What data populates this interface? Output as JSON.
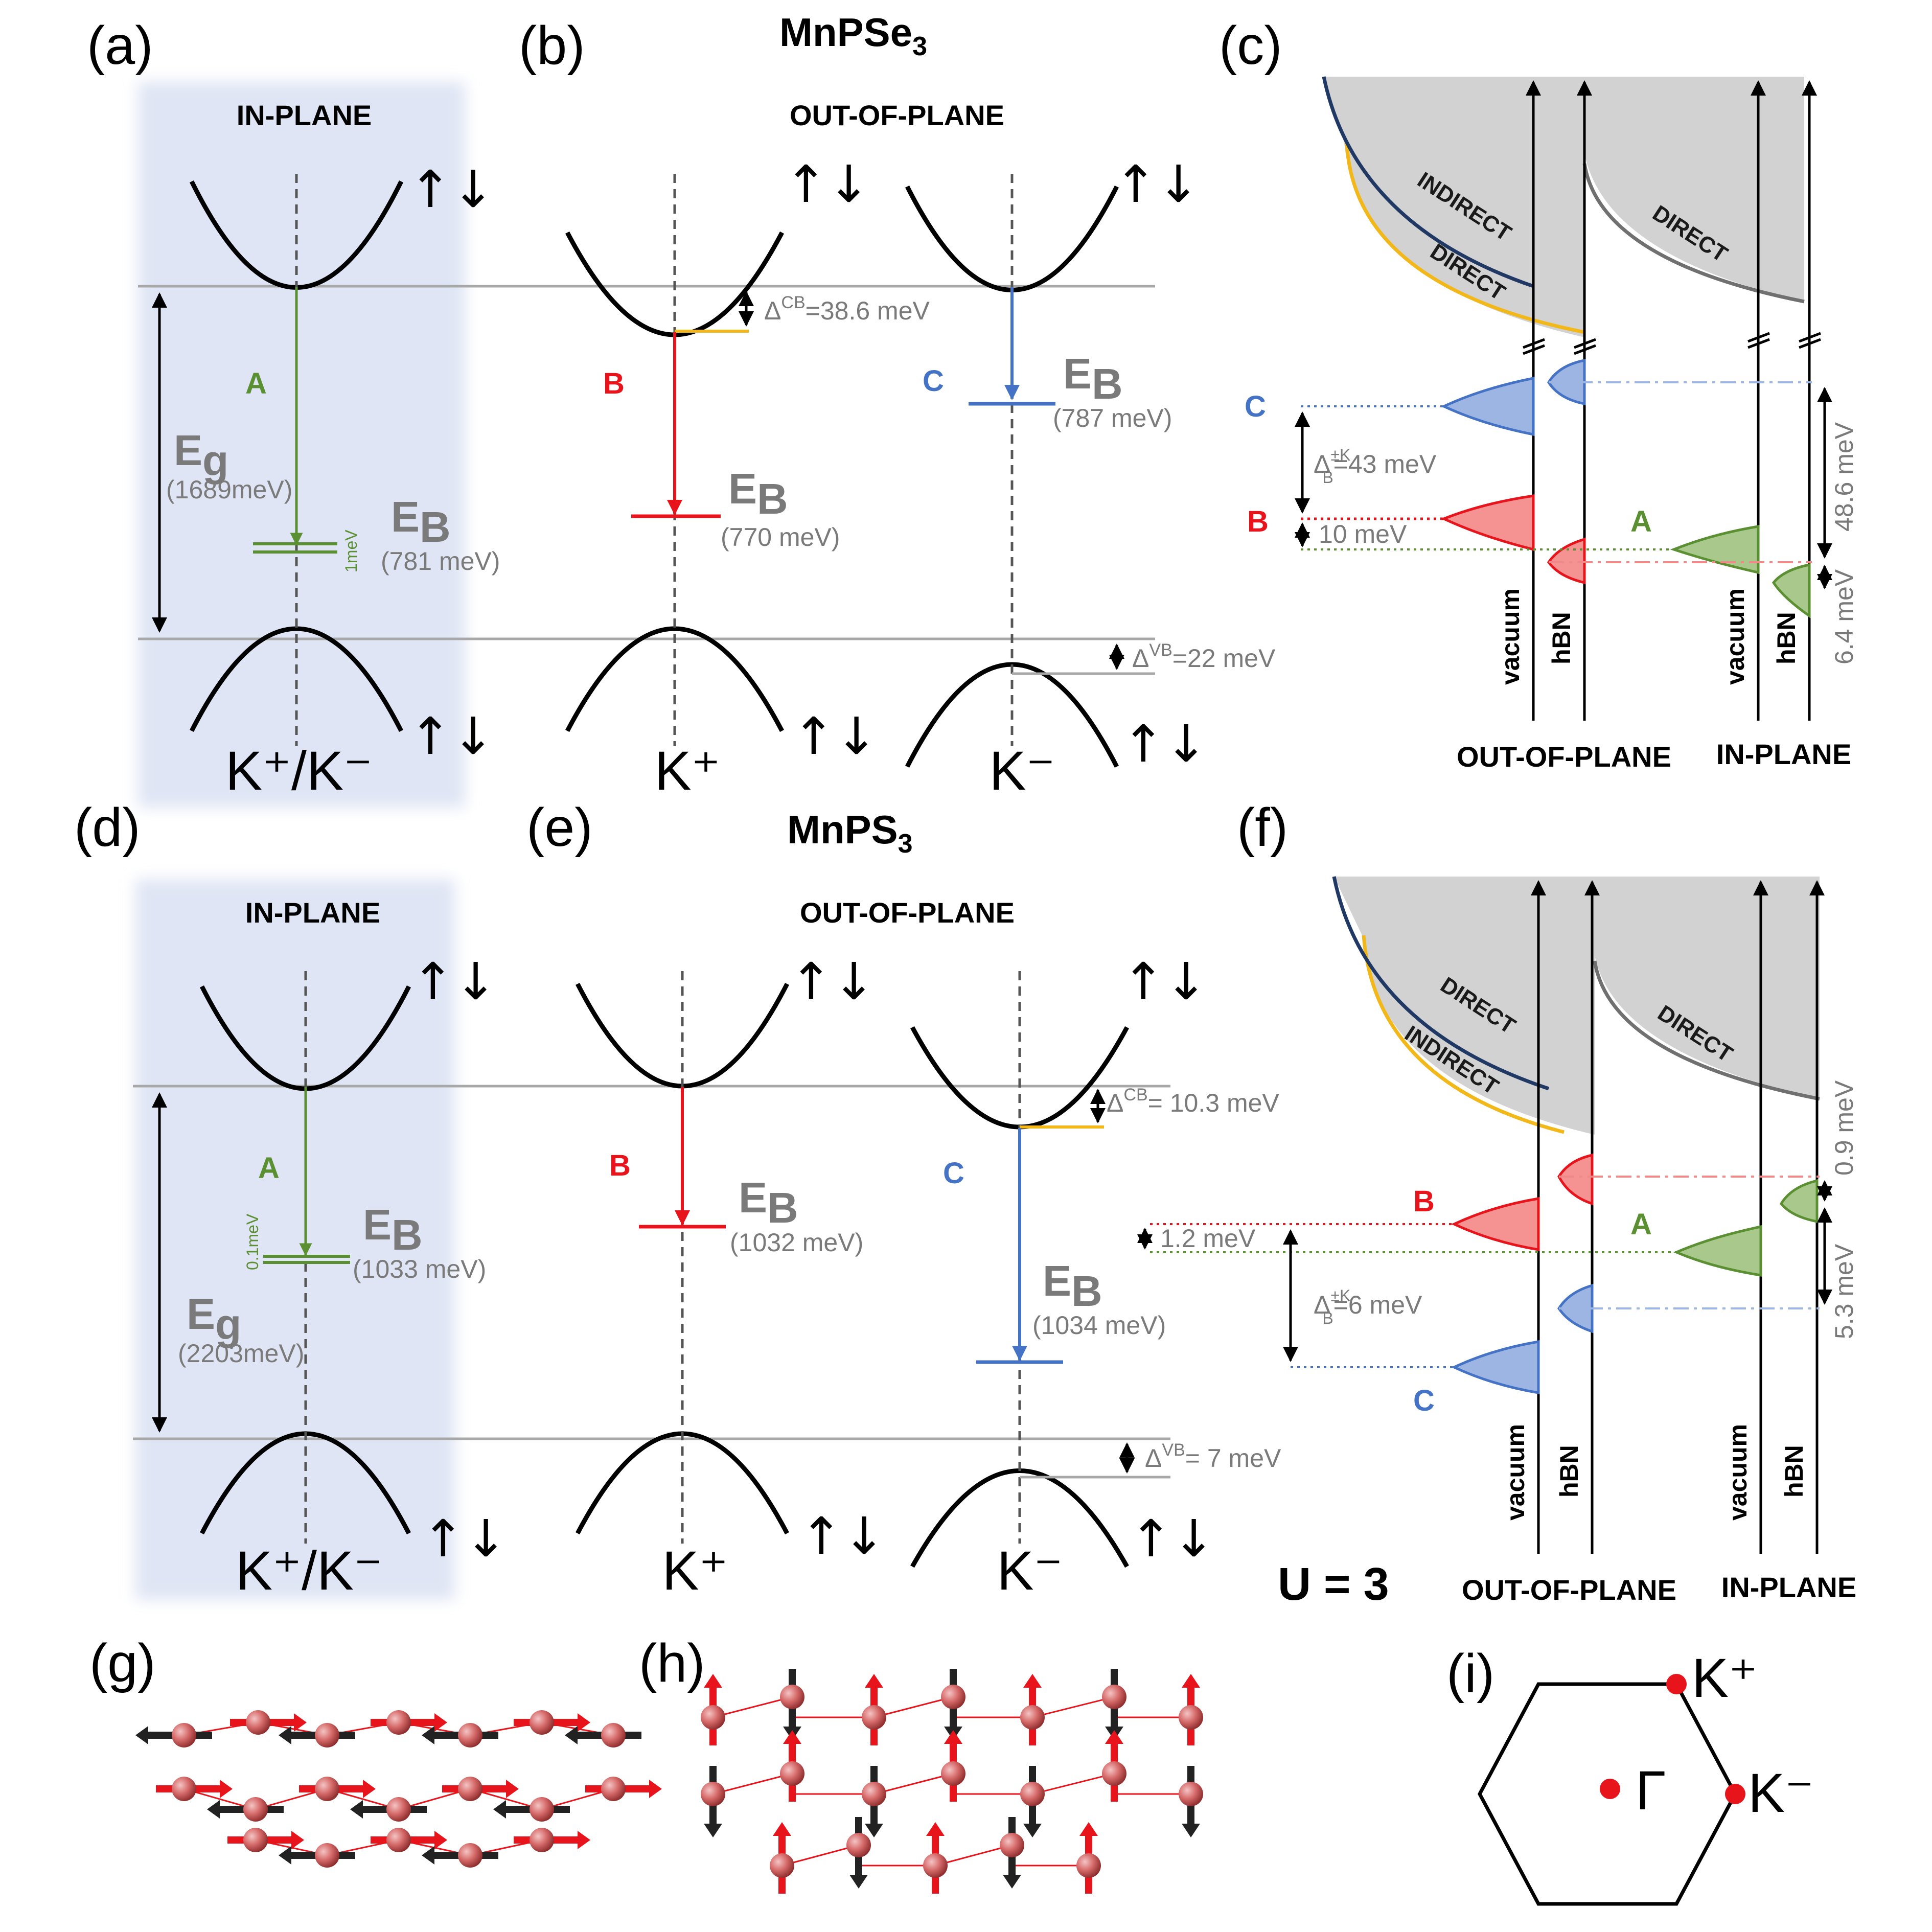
{
  "panel_labels": {
    "a": "(a)",
    "b": "(b)",
    "c": "(c)",
    "d": "(d)",
    "e": "(e)",
    "f": "(f)",
    "g": "(g)",
    "h": "(h)",
    "i": "(i)"
  },
  "titles": {
    "top": "MnPSe",
    "top_sub": "3",
    "bottom": "MnPS",
    "bottom_sub": "3"
  },
  "headers": {
    "in_plane": "IN-PLANE",
    "out_of_plane": "OUT-OF-PLANE"
  },
  "spin_symbol": "↑↓",
  "kpoints": {
    "kpm": "K⁺/K⁻",
    "kp": "K⁺",
    "km": "K⁻",
    "gamma": "Γ"
  },
  "exciton_labels": {
    "A": "A",
    "B": "B",
    "C": "C"
  },
  "energy_symbols": {
    "eb_main": "E",
    "eb_sub": "B",
    "eg_main": "E",
    "eg_sub": "g"
  },
  "mnpse3": {
    "eg_value": "(1689meV)",
    "a_eb": "(781 meV)",
    "a_split": "1meV",
    "b_eb": "(770 meV)",
    "c_eb": "(787 meV)",
    "delta_cb": "=38.6 meV",
    "delta_vb": "=22 meV",
    "c_panel": {
      "delta_B": "=43 meV",
      "gap_bc": "10 meV",
      "right_top": "48.6 meV",
      "right_bottom": "6.4 meV"
    }
  },
  "mnps3": {
    "eg_value": "(2203meV)",
    "a_eb": "(1033 meV)",
    "a_split": "0.1meV",
    "b_eb": "(1032 meV)",
    "c_eb": "(1034 meV)",
    "delta_cb": "= 10.3 meV",
    "delta_vb": "= 7 meV",
    "f_panel": {
      "delta_B": "=6 meV",
      "gap_ba": "1.2 meV",
      "right_top": "0.9 meV",
      "right_bottom": "5.3 meV"
    }
  },
  "delta_symbols": {
    "cb": "CB",
    "vb": "VB",
    "pm_k": "±K",
    "delta": "Δ"
  },
  "substrates": {
    "vacuum": "vacuum",
    "hbn": "hBN"
  },
  "regions": {
    "indirect": "INDIRECT",
    "direct": "DIRECT"
  },
  "bottom_labels": {
    "out_of_plane": "OUT-OF-PLANE",
    "in_plane": "IN-PLANE",
    "u_value": "U = 3"
  },
  "colors": {
    "A": "#5a8f32",
    "B": "#e8141c",
    "C": "#4472c4",
    "highlight": "#dfe5f4",
    "yellow": "#f2b81a",
    "navy": "#1f3864",
    "continuum": "#d2d2d2",
    "grey_text": "#7a7a7a"
  }
}
